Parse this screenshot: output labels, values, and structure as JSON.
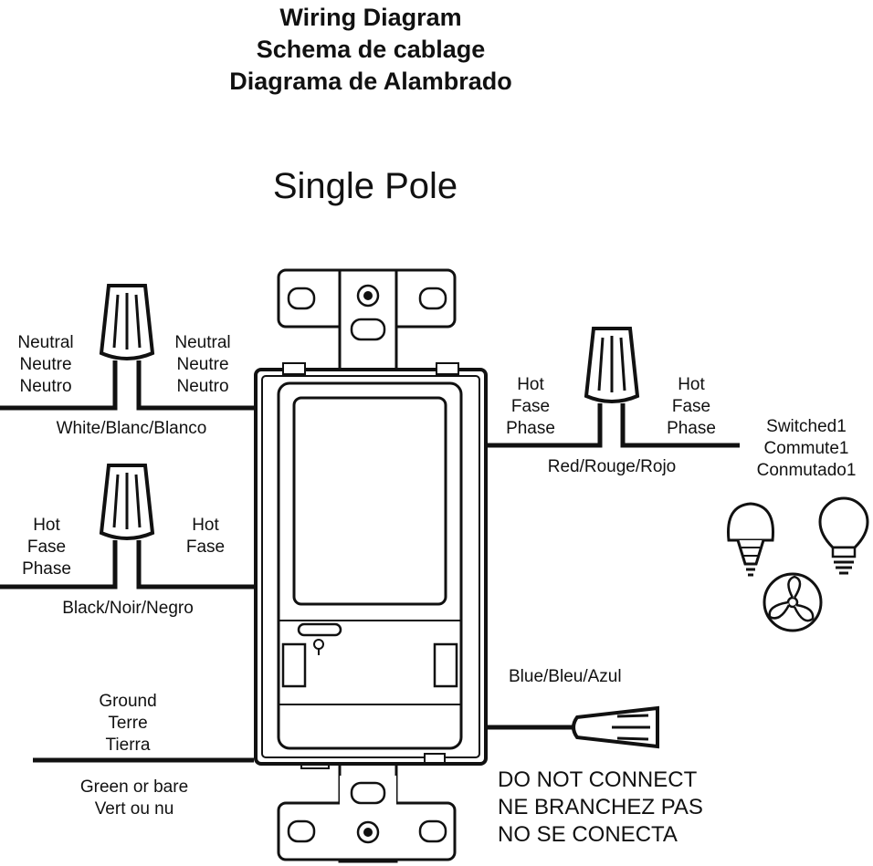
{
  "titles": {
    "line1": "Wiring Diagram",
    "line2": "Schema de cablage",
    "line3": "Diagrama de Alambrado"
  },
  "subtitle": "Single Pole",
  "neutral": {
    "left": [
      "Neutral",
      "Neutre",
      "Neutro"
    ],
    "right": [
      "Neutral",
      "Neutre",
      "Neutro"
    ],
    "wire": "White/Blanc/Blanco"
  },
  "hot_in": {
    "left": [
      "Hot",
      "Fase",
      "Phase"
    ],
    "right": [
      "Hot",
      "Fase"
    ],
    "wire": "Black/Noir/Negro"
  },
  "ground": {
    "label": [
      "Ground",
      "Terre",
      "Tierra"
    ],
    "wire": [
      "Green or bare",
      "Vert ou nu"
    ]
  },
  "hot_out": {
    "left": [
      "Hot",
      "Fase",
      "Phase"
    ],
    "right": [
      "Hot",
      "Fase",
      "Phase"
    ],
    "wire": "Red/Rouge/Rojo"
  },
  "switched": [
    "Switched1",
    "Commute1",
    "Conmutado1"
  ],
  "blue": {
    "wire": "Blue/Bleu/Azul",
    "warning": [
      "DO NOT CONNECT",
      "NE BRANCHEZ PAS",
      "NO SE CONECTA"
    ]
  },
  "icons": [
    "led-bulb-icon",
    "incandescent-bulb-icon",
    "fan-icon"
  ]
}
